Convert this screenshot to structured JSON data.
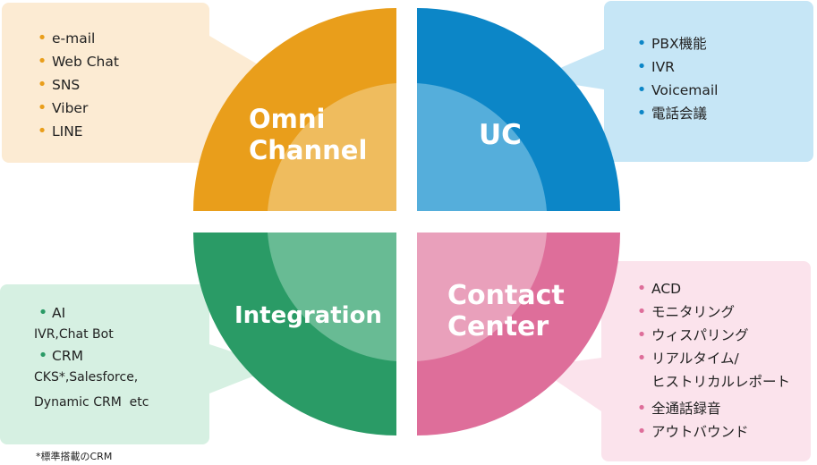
{
  "quadrants": {
    "omni": {
      "label_line1": "Omni",
      "label_line2": "Channel",
      "color": "#E99E1B",
      "inner": "#EFBC5E",
      "box_bg": "#FCEBD3",
      "bullet": "#E99E1B",
      "items": [
        "e-mail",
        "Web Chat",
        "SNS",
        "Viber",
        "LINE"
      ]
    },
    "uc": {
      "label": "UC",
      "color": "#0C86C7",
      "inner": "#55AEDB",
      "box_bg": "#C6E6F6",
      "bullet": "#0C86C7",
      "items": [
        "PBX機能",
        "IVR",
        "Voicemail",
        "電話会議"
      ]
    },
    "integration": {
      "label": "Integration",
      "color": "#2A9B66",
      "inner": "#68BB94",
      "box_bg": "#D6F0E2",
      "bullet": "#2A9B66",
      "ai": "AI",
      "ai_sub": "IVR,Chat Bot",
      "crm": "CRM",
      "crm_sub1": "CKS*,Salesforce,",
      "crm_sub2": "Dynamic CRM  etc"
    },
    "contact": {
      "label_line1": "Contact",
      "label_line2": "Center",
      "color": "#DE6E9A",
      "inner": "#E9A0BB",
      "box_bg": "#FBE3EC",
      "bullet": "#DE6E9A",
      "items": [
        "ACD",
        "モニタリング",
        "ウィスパリング",
        "リアルタイム/",
        "ヒストリカルレポート",
        "全通話録音",
        "アウトバウンド"
      ]
    }
  },
  "footnote": "*標準搭載のCRM"
}
